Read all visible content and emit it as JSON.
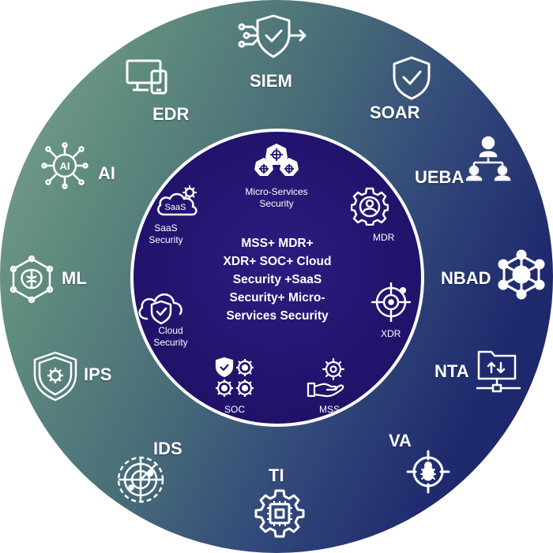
{
  "outer": {
    "siem": "SIEM",
    "soar": "SOAR",
    "ueba": "UEBA",
    "nbad": "NBAD",
    "nta": "NTA",
    "va": "VA",
    "ti": "TI",
    "ids": "IDS",
    "ips": "IPS",
    "ml": "ML",
    "ai": "AI",
    "edr": "EDR"
  },
  "inner": {
    "microservices": [
      "Micro-Services",
      "Security"
    ],
    "saas": [
      "SaaS",
      "Security"
    ],
    "saas_icon_text": "SaaS",
    "mdr": "MDR",
    "xdr": "XDR",
    "cloud": [
      "Cloud",
      "Security"
    ],
    "soc": "SOC",
    "mss": "MSS"
  },
  "center_lines": [
    "MSS+ MDR+",
    "XDR+ SOC+ Cloud",
    "Security +SaaS",
    "Security+ Micro-",
    "Services Security"
  ],
  "ai_icon_text": "AI",
  "colors": {
    "outer_left": "#7fa58f",
    "outer_right": "#1a2366",
    "inner": "#22146e",
    "text": "#ffffff"
  }
}
